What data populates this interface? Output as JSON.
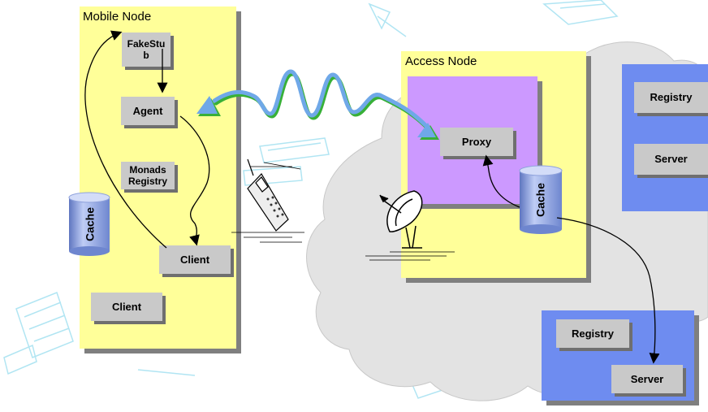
{
  "mobile_node": {
    "title": "Mobile Node",
    "fakestub": "FakeStu b",
    "agent": "Agent",
    "monads_registry": "Monads Registry",
    "client_inner": "Client",
    "client_outer": "Client",
    "cache": "Cache"
  },
  "access_node": {
    "title": "Access Node",
    "proxy": "Proxy",
    "cache": "Cache"
  },
  "right_top": {
    "registry": "Registry",
    "server": "Server"
  },
  "right_bottom": {
    "registry": "Registry",
    "server": "Server"
  },
  "colors": {
    "node_fill": "#ffff99",
    "inner_fill": "#cc99ff",
    "server_group_fill": "#6e8cf0",
    "box_fill": "#c9c9c9",
    "cloud_fill": "#e3e3e3",
    "wave_blue": "#6fa8e8",
    "wave_green": "#38b038"
  },
  "icons": [
    "cloud-shape",
    "satellite-dish-icon",
    "mobile-phone-icon",
    "laptop-sketch-icon",
    "wireless-wave-icon"
  ]
}
